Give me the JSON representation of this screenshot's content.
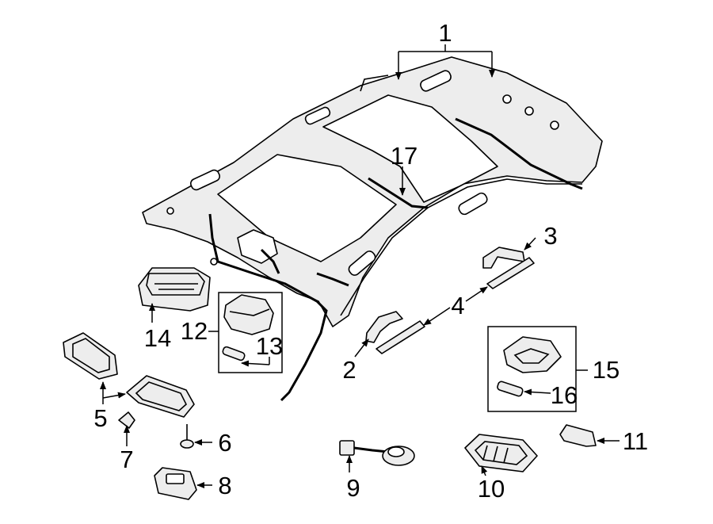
{
  "callouts": {
    "n1": "1",
    "n2": "2",
    "n3": "3",
    "n4": "4",
    "n5": "5",
    "n6": "6",
    "n7": "7",
    "n8": "8",
    "n9": "9",
    "n10": "10",
    "n11": "11",
    "n12": "12",
    "n13": "13",
    "n14": "14",
    "n15": "15",
    "n16": "16",
    "n17": "17"
  }
}
